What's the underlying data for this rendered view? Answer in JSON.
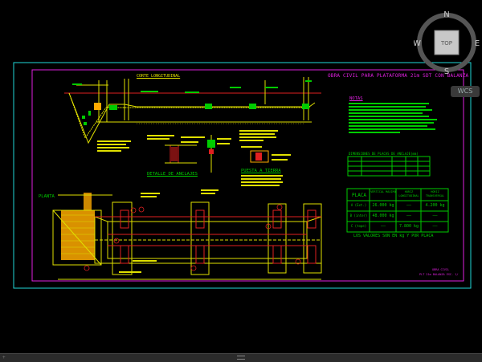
{
  "viewcube": {
    "north": "N",
    "south": "S",
    "east": "E",
    "west": "W",
    "face": "TOP"
  },
  "wcs_label": "WCS",
  "drawing": {
    "title": "OBRA CIVIL PARA PLATAFORMA 21m SDT CON BALANZA",
    "corte_title": "CORTE LONGITUDINAL",
    "notas_title": "NOTAS",
    "anclajes_title": "DETALLE DE ANCLAJES",
    "puesta_title": "PUESTA A TIERRA",
    "planta_title": "PLANTA",
    "table_dim_title": "DIMENSIONES DE PLACAS DE ANCLAJE(mm)",
    "loads_table": {
      "headers": [
        "PLACA",
        "VERTICAL MAXIMA",
        "HORIZ LONGITUDINAL",
        "HORIZ TRANSVERSAL"
      ],
      "rows": [
        {
          "placa": "A (Ext.)",
          "vertical": "26.000 kg",
          "long": "——",
          "trans": "4.200 kg"
        },
        {
          "placa": "B (inter)",
          "vertical": "48.000 kg",
          "long": "——",
          "trans": "——"
        },
        {
          "placa": "C (tope)",
          "vertical": "——",
          "long": "7.800 kg",
          "trans": "——"
        }
      ]
    },
    "loads_footer": "LOS VALORES SON EN kg Y POR PLACA",
    "stamp_line1": "OBRA CIVIL",
    "stamp_line2": "PLT 21m BALANZA ESC. 1/"
  }
}
